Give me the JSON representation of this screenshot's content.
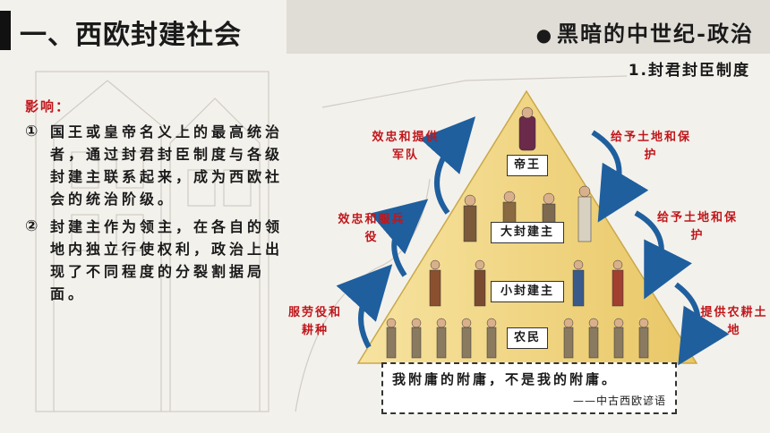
{
  "header": {
    "title": "一、西欧封建社会",
    "subtitle": "黑暗的中世纪-政治",
    "sub_heading": "1.封君封臣制度"
  },
  "influence": {
    "label": "影响：",
    "points": [
      {
        "num": "①",
        "text": "国王或皇帝名义上的最高统治者，通过封君封臣制度与各级封建主联系起来，成为西欧社会的统治阶级。"
      },
      {
        "num": "②",
        "text": "封建主作为领主，在各自的领地内独立行使权利，政治上出现了不同程度的分裂割据局面。"
      }
    ]
  },
  "pyramid": {
    "tiers": [
      "帝王",
      "大封建主",
      "小封建主",
      "农民"
    ],
    "left_labels": [
      "效忠和提供军队",
      "效忠和服兵役",
      "服劳役和耕种"
    ],
    "right_labels": [
      "给予土地和保护",
      "给予土地和保护",
      "提供农耕土地"
    ]
  },
  "quote": {
    "text": "我附庸的附庸，不是我的附庸。",
    "source": "——中古西欧谚语"
  },
  "colors": {
    "accent_red": "#c0161b",
    "pyramid_fill": "#f2d783",
    "arrow_blue": "#1f5f9e"
  }
}
